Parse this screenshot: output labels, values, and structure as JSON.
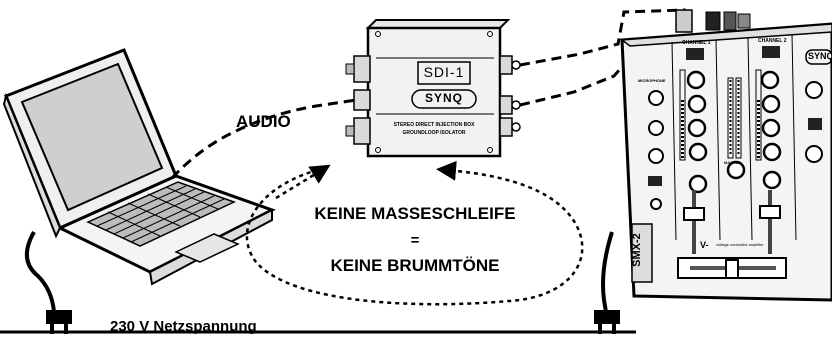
{
  "labels": {
    "audio": "AUDIO",
    "no_ground_loop": "KEINE MASSESCHLEIFE",
    "equals": "=",
    "no_hum": "KEINE BRUMMTÖNE",
    "mains": "230 V Netzspannung"
  },
  "di_box": {
    "model": "SDI-1",
    "brand": "SYNQ",
    "line1": "STEREO DIRECT INJECTION BOX",
    "line2": "GROUNDLOOP ISOLATOR"
  },
  "mixer": {
    "channel1": "CHANNEL 1",
    "channel2": "CHANNEL 2",
    "brand": "SYNQ",
    "model": "SMX-2",
    "microphone": "MICROPHONE",
    "master": "MASTER",
    "vca": "V-",
    "vca_small": "voltage controlled amplifier"
  },
  "colors": {
    "line": "#000000",
    "device": "#f2f2f2",
    "device_dark": "#d9d9d9",
    "background": "#ffffff"
  }
}
